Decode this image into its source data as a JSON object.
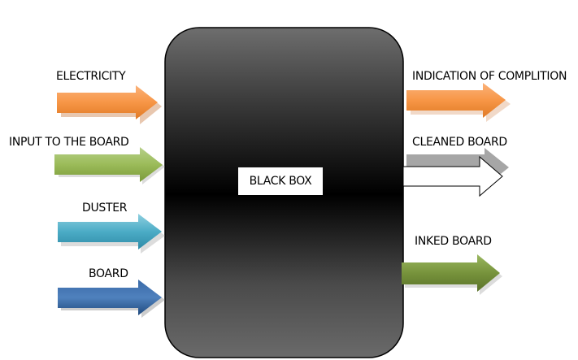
{
  "black_box": {
    "label": "BLACK BOX"
  },
  "inputs": [
    {
      "id": "electricity",
      "label": "ELECTRICITY"
    },
    {
      "id": "input-board",
      "label": "INPUT TO THE BOARD"
    },
    {
      "id": "duster",
      "label": "DUSTER"
    },
    {
      "id": "board",
      "label": "BOARD"
    }
  ],
  "outputs": [
    {
      "id": "indication",
      "label": "INDICATION OF COMPLITION"
    },
    {
      "id": "cleaned-board",
      "label": "CLEANED BOARD"
    },
    {
      "id": "inked-board",
      "label": "INKED BOARD"
    }
  ],
  "colors": {
    "electricity": "#f79646",
    "input_board": "#9bbb59",
    "duster": "#4bacc6",
    "board": "#1f497d",
    "indication": "#f79646",
    "cleaned_board": "#ffffff",
    "inked_board": "#77933c",
    "box_top": "#6b6b6b",
    "box_bottom": "#1a1a1a"
  }
}
